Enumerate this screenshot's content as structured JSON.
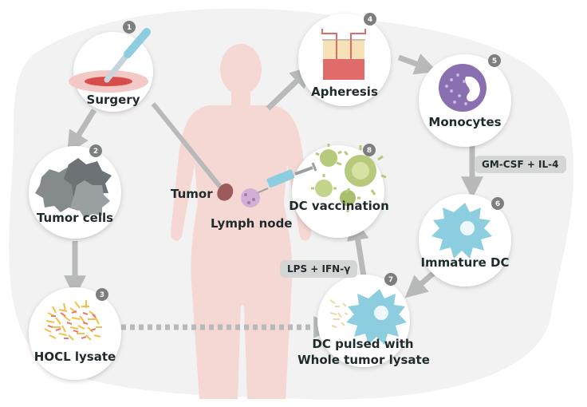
{
  "steps": [
    {
      "number": "1",
      "label": "Surgery"
    },
    {
      "number": "2",
      "label": "Tumor cells"
    },
    {
      "number": "3",
      "label": "HOCL lysate"
    },
    {
      "number": "4",
      "label": "Apheresis"
    },
    {
      "number": "5",
      "label": "Monocytes"
    },
    {
      "number": "6",
      "label": "Immature DC"
    },
    {
      "number": "7",
      "label_line1": "DC pulsed with",
      "label_line2": "Whole tumor lysate"
    },
    {
      "number": "8",
      "label": "DC vaccination"
    }
  ],
  "body_labels": {
    "tumor": "Tumor",
    "lymph_node": "Lymph node"
  },
  "conditions": {
    "gm_csf": "GM-CSF + IL-4",
    "lps": "LPS + IFN-γ"
  },
  "colors": {
    "background_blob": "#f2f2f2",
    "body": "#f5d7d3",
    "arrow": "#b7bab9",
    "badge": "#7c7f7e",
    "dc_blue": "#8ccde0",
    "monocyte": "#8a6fb0",
    "tumor": "#9c5a5b",
    "lymph": "#c9a6d6",
    "vaccine_green": "#b7c97a"
  }
}
